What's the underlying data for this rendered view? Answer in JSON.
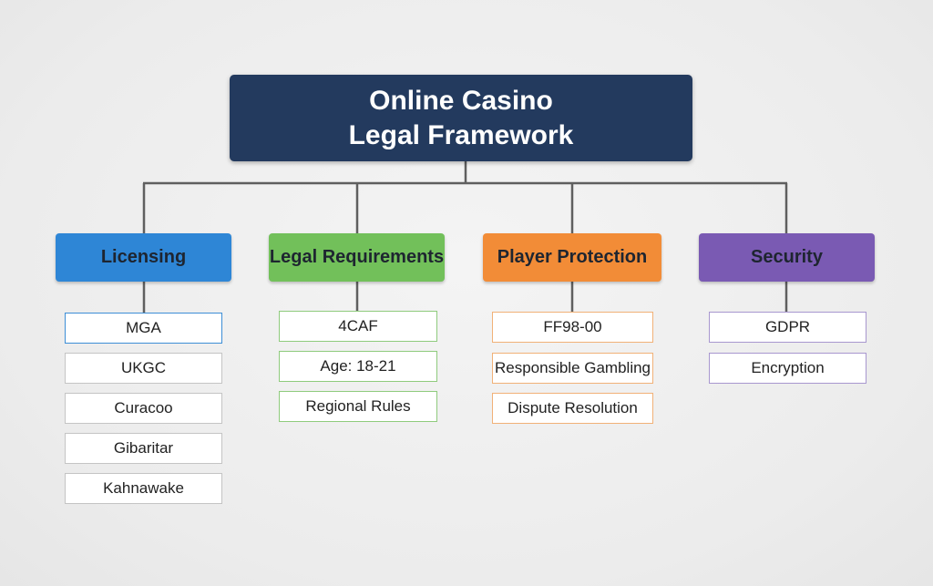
{
  "root": {
    "title_line1": "Online Casino",
    "title_line2": "Legal Framework"
  },
  "categories": [
    {
      "label": "Licensing",
      "color": "#2e86d6",
      "items": [
        "MGA",
        "UKGC",
        "Curacoo",
        "Gibaritar",
        "Kahnawake"
      ]
    },
    {
      "label": "Legal Requirements",
      "color": "#72c05a",
      "items": [
        "4CAF",
        "Age: 18-21",
        "Regional Rules"
      ]
    },
    {
      "label": "Player Protection",
      "color": "#f28c37",
      "items": [
        "FF98-00",
        "Responsible Gambling",
        "Dispute Resolution"
      ]
    },
    {
      "label": "Security",
      "color": "#7a5ab3",
      "items": [
        "GDPR",
        "Encryption"
      ]
    }
  ],
  "colors": {
    "root": "#233a5e",
    "connector": "#5f5f5f"
  }
}
